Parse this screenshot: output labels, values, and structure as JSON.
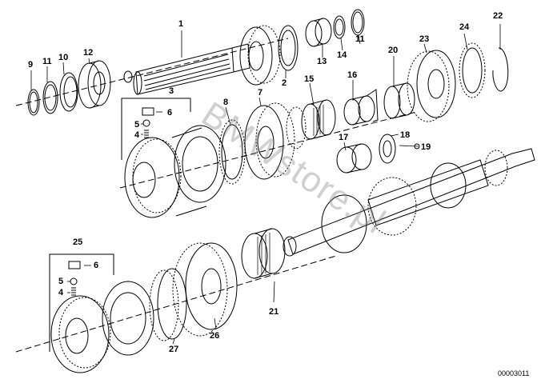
{
  "callouts": {
    "c1": "1",
    "c2": "2",
    "c3": "3",
    "c4a": "4",
    "c5a": "5",
    "c6a": "6",
    "c7": "7",
    "c8": "8",
    "c9": "9",
    "c10": "10",
    "c11a": "11",
    "c11b": "11",
    "c12": "12",
    "c13": "13",
    "c14": "14",
    "c15": "15",
    "c16": "16",
    "c17": "17",
    "c18": "18",
    "c19": "19",
    "c20": "20",
    "c21": "21",
    "c22": "22",
    "c23": "23",
    "c24": "24",
    "c25": "25",
    "c4b": "4",
    "c5b": "5",
    "c6b": "6",
    "c26": "26",
    "c27": "27"
  },
  "document_id": "00003011",
  "watermark": "BMWstore.pl",
  "colors": {
    "line": "#000000",
    "background": "#ffffff",
    "watermark": "#9a9a9a"
  }
}
